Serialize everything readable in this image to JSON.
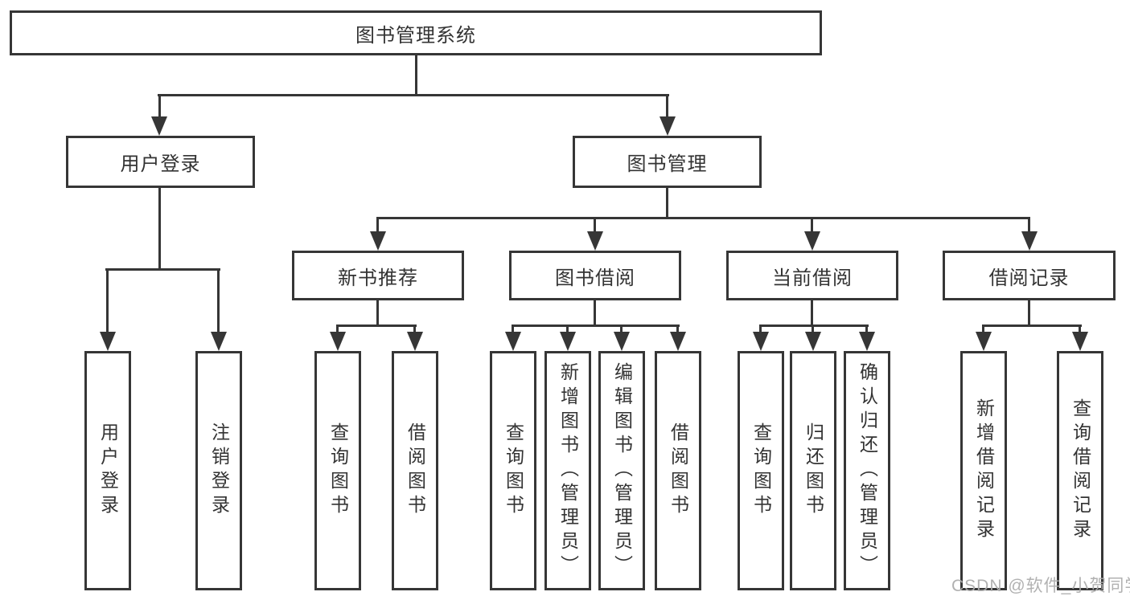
{
  "title": "图书管理系统",
  "branches": [
    {
      "label": "用户登录",
      "children": [
        "用户登录",
        "注销登录"
      ]
    },
    {
      "label": "图书管理",
      "groups": [
        {
          "label": "新书推荐",
          "children": [
            "查询图书",
            "借阅图书"
          ]
        },
        {
          "label": "图书借阅",
          "children": [
            "查询图书",
            "新增图书（管理员）",
            "编辑图书（管理员）",
            "借阅图书"
          ]
        },
        {
          "label": "当前借阅",
          "children": [
            "查询图书",
            "归还图书",
            "确认归还（管理员）"
          ]
        },
        {
          "label": "借阅记录",
          "children": [
            "新增借阅记录",
            "查询借阅记录"
          ]
        }
      ]
    }
  ],
  "watermark": "CSDN @软件_小贺同学",
  "colors": {
    "line": "#363636",
    "text": "#333333",
    "background": "#ffffff",
    "watermark": "#adadad"
  }
}
